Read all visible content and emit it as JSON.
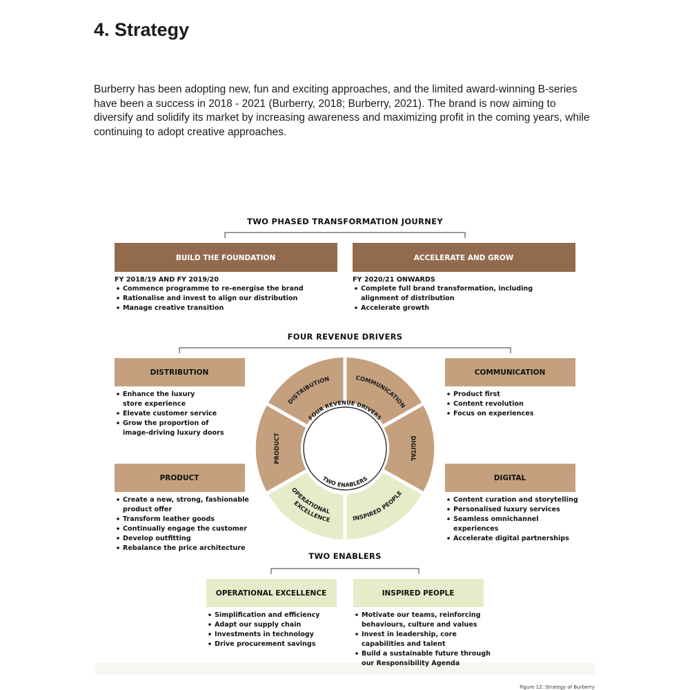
{
  "page": {
    "title": "4. Strategy",
    "intro": "Burberry has been adopting new, fun and exciting approaches, and the limited award-winning B-series have been a success in 2018 - 2021 (Burberry, 2018; Burberry, 2021). The brand is now aiming to diversify and solidify its market by increasing awareness and maximizing profit in the coming years, while continuing to adopt creative approaches."
  },
  "colors": {
    "phase": "#926b4e",
    "driver": "#c4a07e",
    "enabler": "#e8ebc9",
    "text_dark": "#111111"
  },
  "figure": {
    "phases_title": "TWO PHASED TRANSFORMATION JOURNEY",
    "phases": [
      {
        "label": "BUILD THE FOUNDATION",
        "period": "FY 2018/19 AND FY 2019/20",
        "bullets": [
          "Commence programme to re-energise the brand",
          "Rationalise and invest to align our distribution",
          "Manage creative transition"
        ]
      },
      {
        "label": "ACCELERATE AND GROW",
        "period": "FY 2020/21 ONWARDS",
        "bullets": [
          "Complete full brand transformation, including",
          "alignment of distribution",
          "Accelerate growth"
        ]
      }
    ],
    "drivers_title": "FOUR REVENUE DRIVERS",
    "drivers": [
      {
        "label": "DISTRIBUTION",
        "bullets": [
          "Enhance the luxury",
          "store experience",
          "Elevate customer service",
          "Grow the proportion of",
          "image-driving luxury doors"
        ]
      },
      {
        "label": "COMMUNICATION",
        "bullets": [
          "Product first",
          "Content revolution",
          "Focus on experiences"
        ]
      },
      {
        "label": "PRODUCT",
        "bullets": [
          "Create a new, strong, fashionable",
          "product offer",
          "Transform leather goods",
          "Continually engage the customer",
          "Develop outfitting",
          "Rebalance the price architecture"
        ]
      },
      {
        "label": "DIGITAL",
        "bullets": [
          "Content curation and storytelling",
          "Personalised luxury services",
          "Seamless omnichannel",
          "experiences",
          "Accelerate digital partnerships"
        ]
      }
    ],
    "wheel": {
      "inner_top": "FOUR REVENUE DRIVERS",
      "inner_bottom": "TWO ENABLERS",
      "segments": {
        "distribution": "DISTRIBUTION",
        "communication": "COMMUNICATION",
        "digital": "DIGITAL",
        "product": "PRODUCT",
        "operational_1": "OPERATIONAL",
        "operational_2": "EXCELLENCE",
        "inspired": "INSPIRED PEOPLE"
      }
    },
    "enablers_title": "TWO ENABLERS",
    "enablers": [
      {
        "label": "OPERATIONAL EXCELLENCE",
        "bullets": [
          "Simplification and efficiency",
          "Adapt our supply chain",
          "Investments in technology",
          "Drive procurement savings"
        ]
      },
      {
        "label": "INSPIRED PEOPLE",
        "bullets": [
          "Motivate our teams, reinforcing",
          "behaviours, culture and values",
          "Invest in leadership, core",
          "capabilities and talent",
          "Build a sustainable future through",
          "our Responsibility Agenda"
        ]
      }
    ],
    "caption": "Figure 12: Strategy of Burberry"
  }
}
